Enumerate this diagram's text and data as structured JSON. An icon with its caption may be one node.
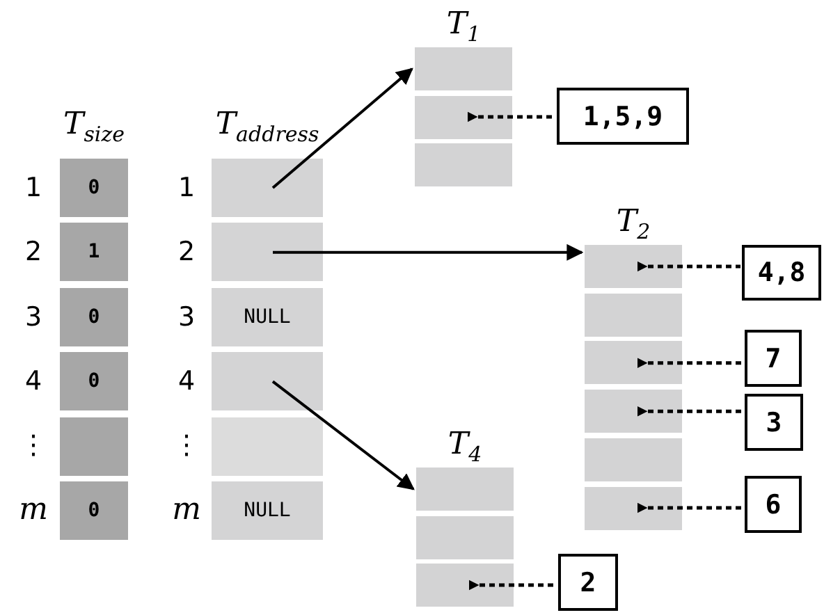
{
  "diagram": {
    "nodes": [
      {
        "text": [
          "T$_{size}$"
        ]
      },
      {
        "text": [
          "0"
        ],
        "in": 0
      },
      {
        "text": [
          "1"
        ],
        "in": 0
      },
      {
        "text": [
          "0"
        ],
        "in": 0
      },
      {
        "text": [
          "0"
        ],
        "in": 0
      },
      {
        "text": [],
        "shape": "box",
        "in": 0
      },
      {
        "text": [
          "0"
        ],
        "in": 0
      },
      {
        "text": [
          "T$_{address}$"
        ]
      },
      {
        "text": [],
        "shape": "box",
        "in": 7
      },
      {
        "text": [],
        "shape": "box",
        "in": 7
      },
      {
        "text": [
          "NULL"
        ],
        "in": 7
      },
      {
        "text": [],
        "shape": "box",
        "in": 7
      },
      {
        "text": [],
        "shape": "box",
        "in": 7
      },
      {
        "text": [
          "NULL"
        ],
        "in": 7
      },
      {
        "text": [
          "T$_{1}$"
        ]
      },
      {
        "text": [],
        "shape": "box",
        "in": 14
      },
      {
        "text": [],
        "shape": "box",
        "in": 14
      },
      {
        "text": [],
        "shape": "box",
        "in": 14
      },
      {
        "text": [
          "1,5,9"
        ]
      },
      {
        "text": [
          "T$_{2}$"
        ]
      },
      {
        "text": [],
        "shape": "box",
        "in": 19
      },
      {
        "text": [],
        "shape": "box",
        "in": 19
      },
      {
        "text": [],
        "shape": "box",
        "in": 19
      },
      {
        "text": [],
        "shape": "box",
        "in": 19
      },
      {
        "text": [],
        "shape": "box",
        "in": 19
      },
      {
        "text": [],
        "shape": "box",
        "in": 19
      },
      {
        "text": [
          "4,8"
        ]
      },
      {
        "text": [
          "7"
        ]
      },
      {
        "text": [
          "3"
        ]
      },
      {
        "text": [
          "6"
        ]
      },
      {
        "text": [
          "T$_{4}$"
        ]
      },
      {
        "text": [],
        "shape": "box",
        "in": 30
      },
      {
        "text": [],
        "shape": "box",
        "in": 30
      },
      {
        "text": [],
        "shape": "box",
        "in": 30
      },
      {
        "text": [
          "2"
        ]
      }
    ],
    "edges": [
      {
        "from": 8,
        "to": 14,
        "arrow": "to"
      },
      {
        "from": 9,
        "to": 19,
        "arrow": "to"
      },
      {
        "from": 11,
        "to": 30,
        "arrow": "to"
      },
      {
        "from": 16,
        "to": 18,
        "arrow": "other",
        "style": "dashed"
      },
      {
        "from": 20,
        "to": 26,
        "arrow": "other",
        "style": "dashed"
      },
      {
        "from": 22,
        "to": 27,
        "arrow": "other",
        "style": "dashed"
      },
      {
        "from": 23,
        "to": 28,
        "arrow": "other",
        "style": "dashed"
      },
      {
        "from": 25,
        "to": 29,
        "arrow": "other",
        "style": "dashed"
      },
      {
        "from": 33,
        "to": 34,
        "arrow": "other",
        "style": "dashed"
      }
    ],
    "labels": [
      "1",
      "2",
      "3",
      "4",
      "⋮",
      "m",
      "1",
      "2",
      "3",
      "4",
      "⋮",
      "m"
    ]
  }
}
